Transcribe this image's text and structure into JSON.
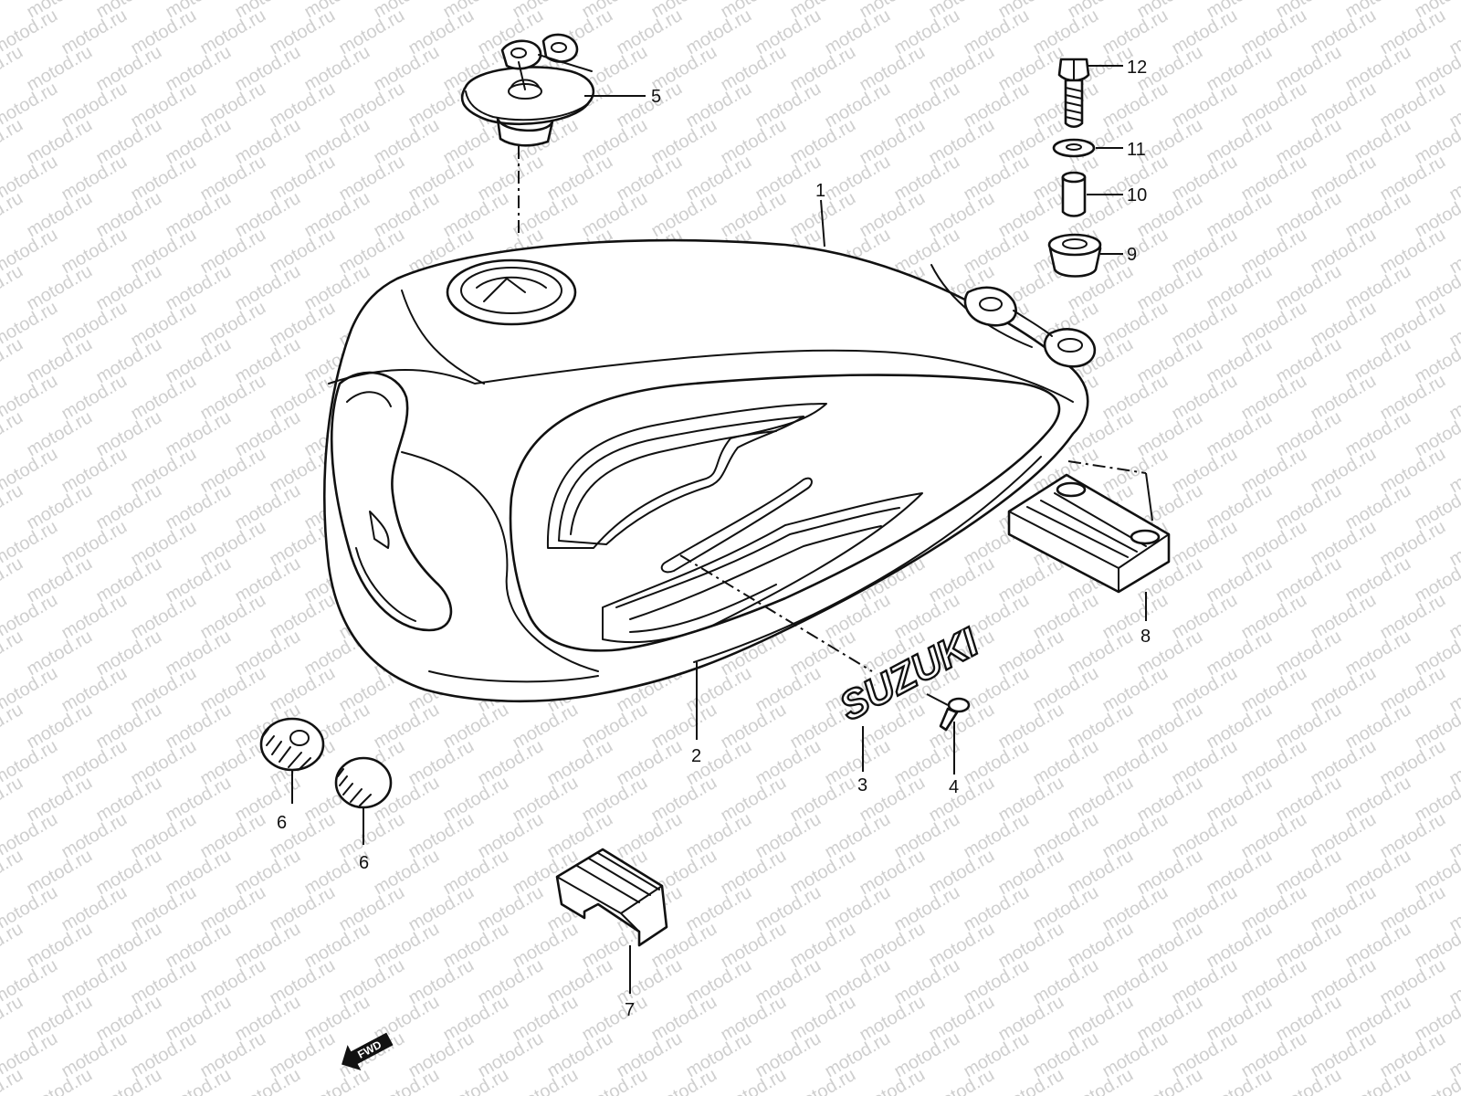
{
  "watermark": {
    "text": "motod.ru"
  },
  "callouts": {
    "c1": "1",
    "c2": "2",
    "c3": "3",
    "c4": "4",
    "c5": "5",
    "c6a": "6",
    "c6b": "6",
    "c7": "7",
    "c8": "8",
    "c9": "9",
    "c10": "10",
    "c11": "11",
    "c12": "12"
  },
  "fwd_marker": {
    "label": "FWD"
  },
  "emblem": {
    "text": "SUZUKI"
  },
  "colors": {
    "line": "#111111",
    "watermark": "#cfcfcf",
    "background": "#ffffff"
  }
}
